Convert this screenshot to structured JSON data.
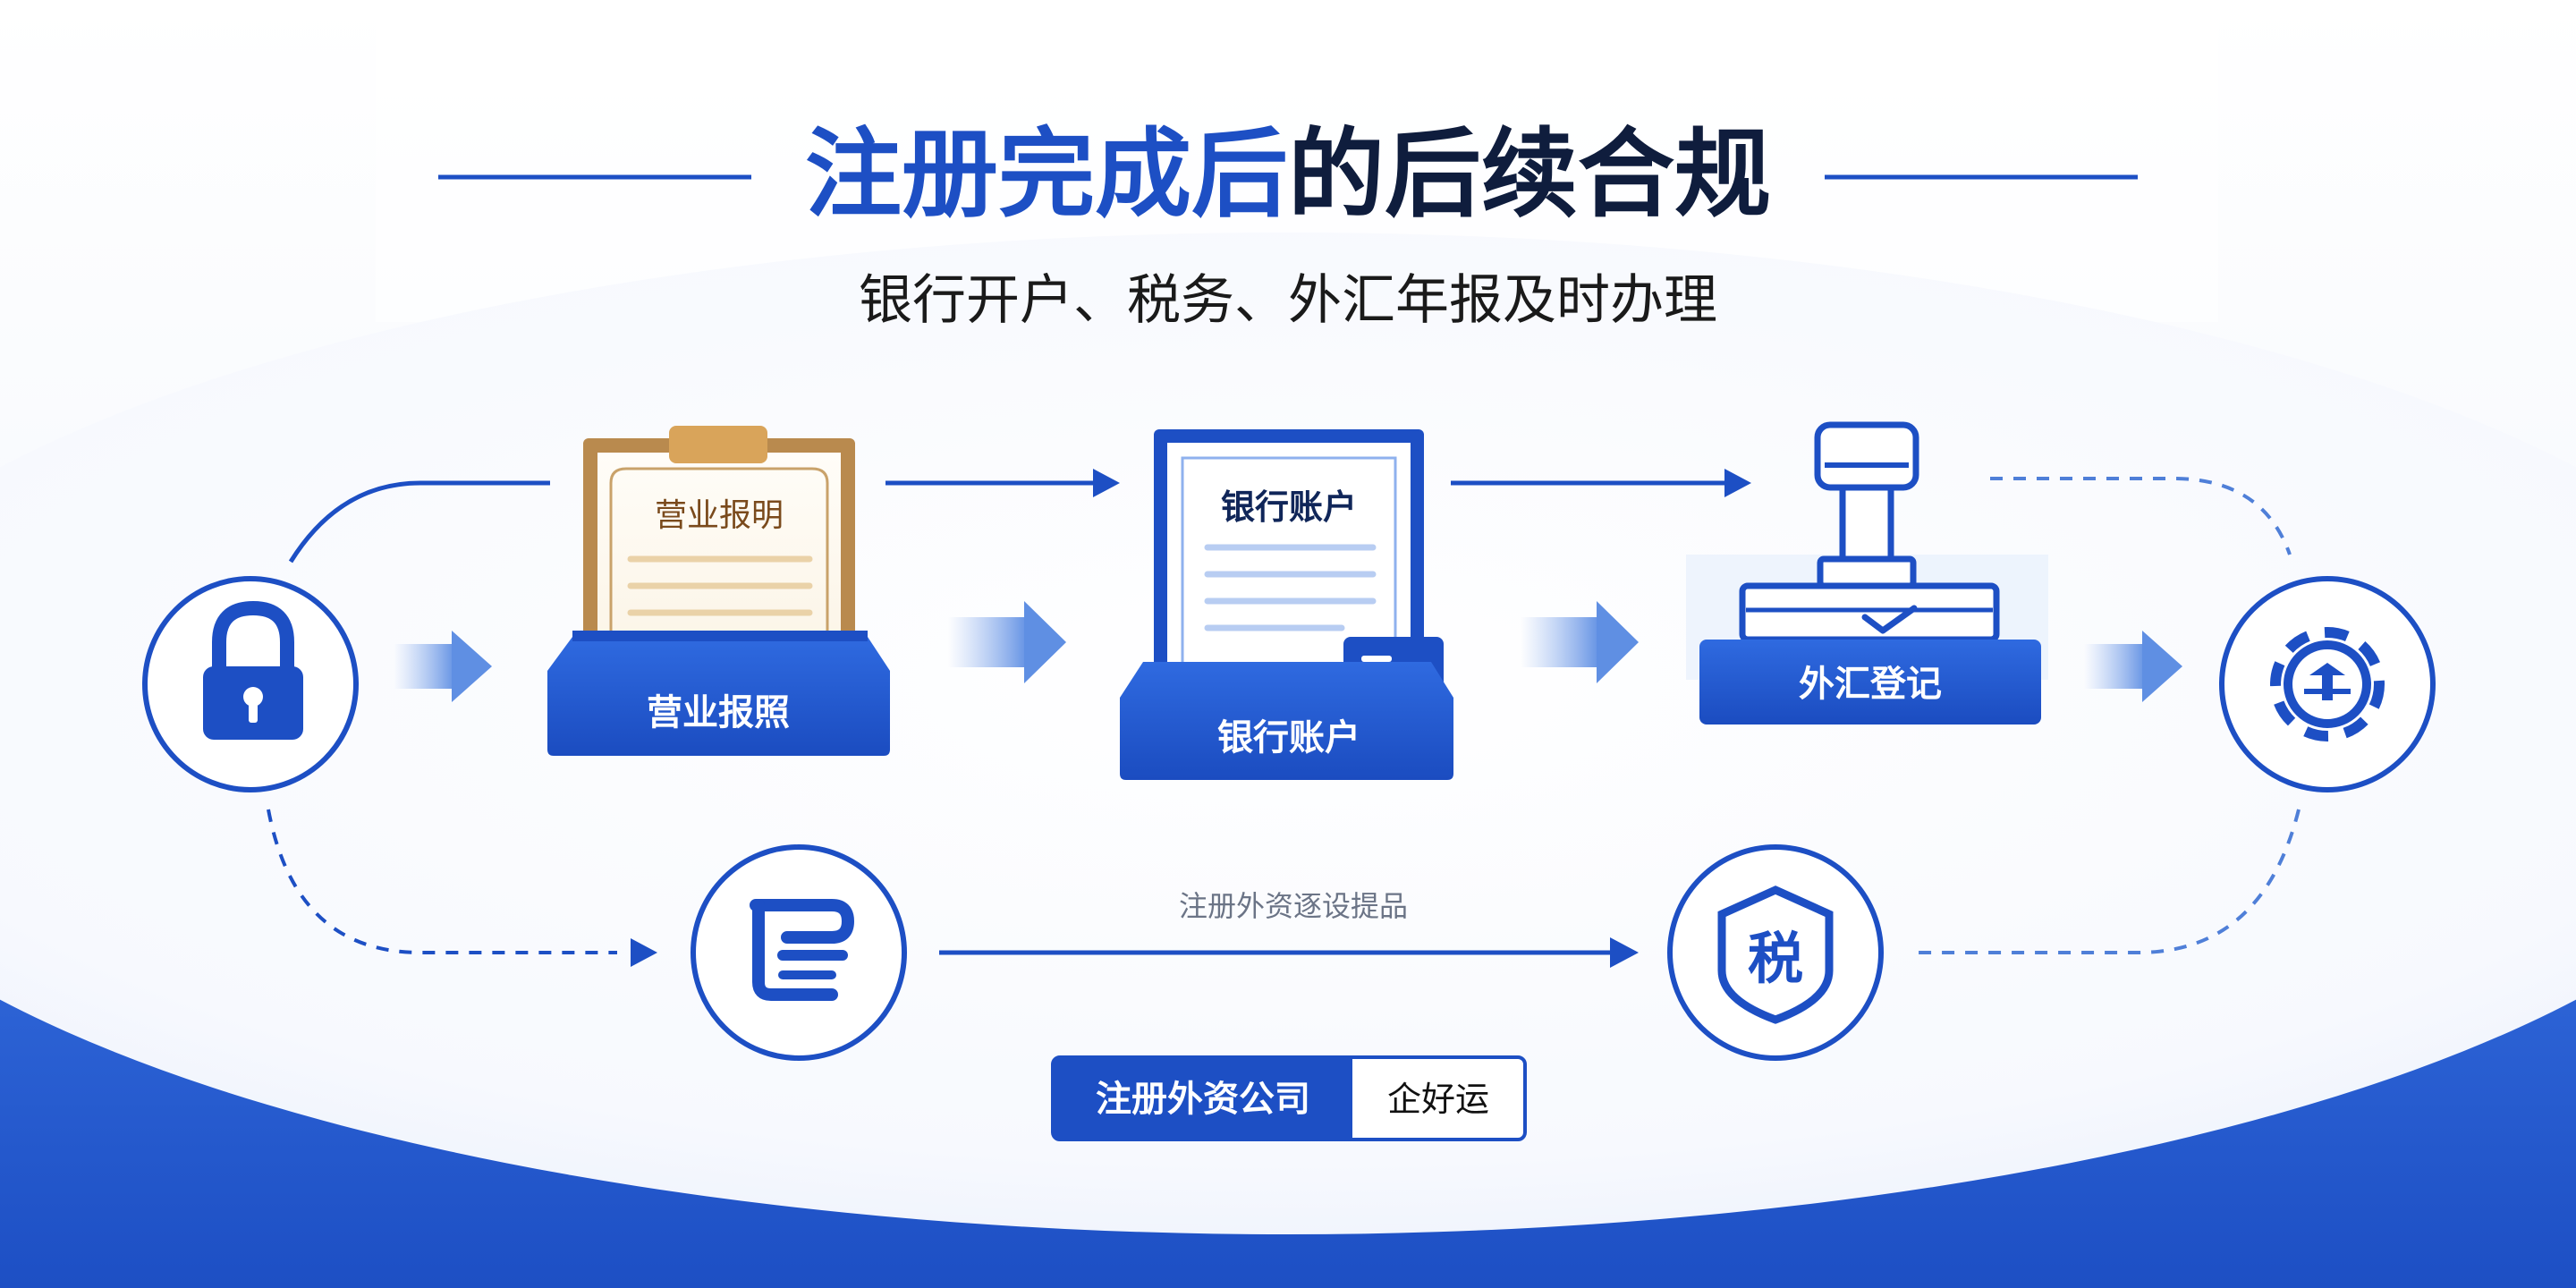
{
  "header": {
    "title_part1": "注册完成后",
    "title_part2": "的后续合规",
    "subtitle": "银行开户、税务、外汇年报及时办理"
  },
  "colors": {
    "brand_blue": "#1d4fc4",
    "dark_navy": "#0f1d3d",
    "light_blue": "#8fb1ee",
    "gold": "#b98a4e",
    "background": "#f4f7fd"
  },
  "steps": {
    "license": {
      "doc_title": "营业报明",
      "label": "营业报照"
    },
    "bank": {
      "doc_title": "银行账户",
      "label": "银行账户"
    },
    "forex": {
      "label": "外汇登记"
    }
  },
  "nodes": {
    "start_icon": "lock-icon",
    "end_icon": "gear-icon",
    "lower_left_icon": "document-list-icon",
    "tax_icon_text": "税"
  },
  "caption": {
    "flow_note": "注册外资逐设提品"
  },
  "brand": {
    "left": "注册外资公司",
    "right": "企好运"
  }
}
